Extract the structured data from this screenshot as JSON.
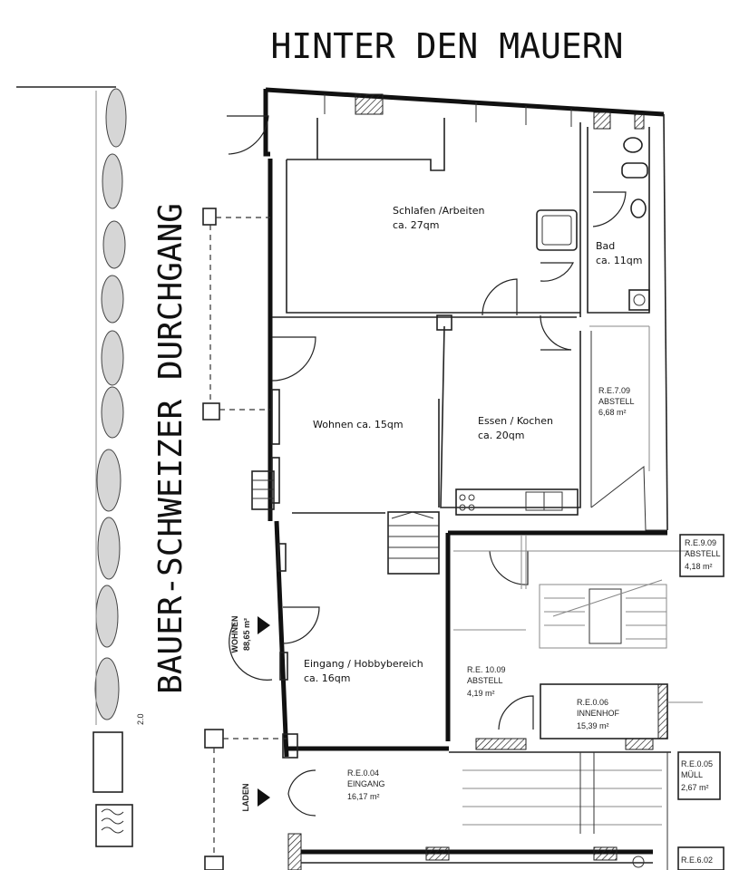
{
  "street_top": "HINTER DEN MAUERN",
  "street_left": "BAUER-SCHWEIZER DURCHGANG",
  "rooms": {
    "schlafen": {
      "name": "Schlafen /Arbeiten",
      "area": "ca. 27qm"
    },
    "bad": {
      "name": "Bad",
      "area": "ca. 11qm"
    },
    "wohnen": {
      "name": "Wohnen ca. 15qm"
    },
    "essen": {
      "name": "Essen / Kochen",
      "area": "ca. 20qm"
    },
    "eingang": {
      "name": "Eingang / Hobbybereich",
      "area": "ca. 16qm"
    }
  },
  "apartment_tag": {
    "line1": "WOHNEN",
    "line2": "88,65 m²"
  },
  "tags": {
    "re709": {
      "code": "R.E.7.09",
      "name": "ABSTELL",
      "area": "6,68 m²"
    },
    "re909": {
      "code": "R.E.9.09",
      "name": "ABSTELL",
      "area": "4,18 m²"
    },
    "re1009": {
      "code": "R.E. 10.09",
      "name": "ABSTELL",
      "area": "4,19 m²"
    },
    "re006": {
      "code": "R.E.0.06",
      "name": "INNENHOF",
      "area": "15,39 m²"
    },
    "re004": {
      "code": "R.E.0.04",
      "name": "EINGANG",
      "area": "16,17 m²"
    },
    "re005": {
      "code": "R.E.0.05",
      "name": "MÜLL",
      "area": "2,67 m²"
    },
    "re602": {
      "code": "R.E.6.02"
    },
    "laden": "LADEN",
    "scale_mark": "2.0"
  }
}
